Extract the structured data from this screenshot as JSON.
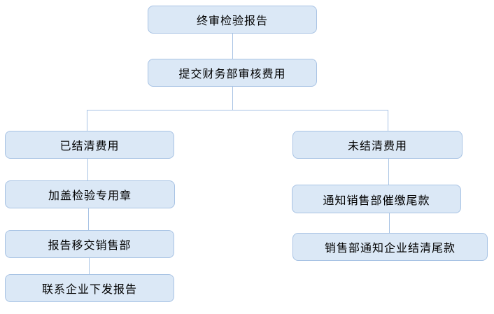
{
  "diagram": {
    "type": "flowchart",
    "background": "#ffffff",
    "colors": {
      "node_fill": "#dbe8f6",
      "node_border": "#a8c3e4",
      "connector": "#a8c3e4",
      "text": "#000000"
    },
    "nodes": {
      "final_report": {
        "label": "终审检验报告"
      },
      "submit_finance": {
        "label": "提交财务部审核费用"
      },
      "fees_settled": {
        "label": "已结清费用"
      },
      "stamp_seal": {
        "label": "加盖检验专用章"
      },
      "report_to_sales": {
        "label": "报告移交销售部"
      },
      "contact_enterprise": {
        "label": "联系企业下发报告"
      },
      "fees_unsettled": {
        "label": "未结清费用"
      },
      "notify_sales_balance": {
        "label": "通知销售部催缴尾款"
      },
      "sales_notify_enterprise": {
        "label": "销售部通知企业结清尾款"
      }
    },
    "edges": [
      {
        "from": "final_report",
        "to": "submit_finance"
      },
      {
        "from": "submit_finance",
        "to": "fees_settled"
      },
      {
        "from": "submit_finance",
        "to": "fees_unsettled"
      },
      {
        "from": "fees_settled",
        "to": "stamp_seal"
      },
      {
        "from": "stamp_seal",
        "to": "report_to_sales"
      },
      {
        "from": "report_to_sales",
        "to": "contact_enterprise"
      },
      {
        "from": "fees_unsettled",
        "to": "notify_sales_balance"
      },
      {
        "from": "notify_sales_balance",
        "to": "sales_notify_enterprise"
      }
    ]
  }
}
